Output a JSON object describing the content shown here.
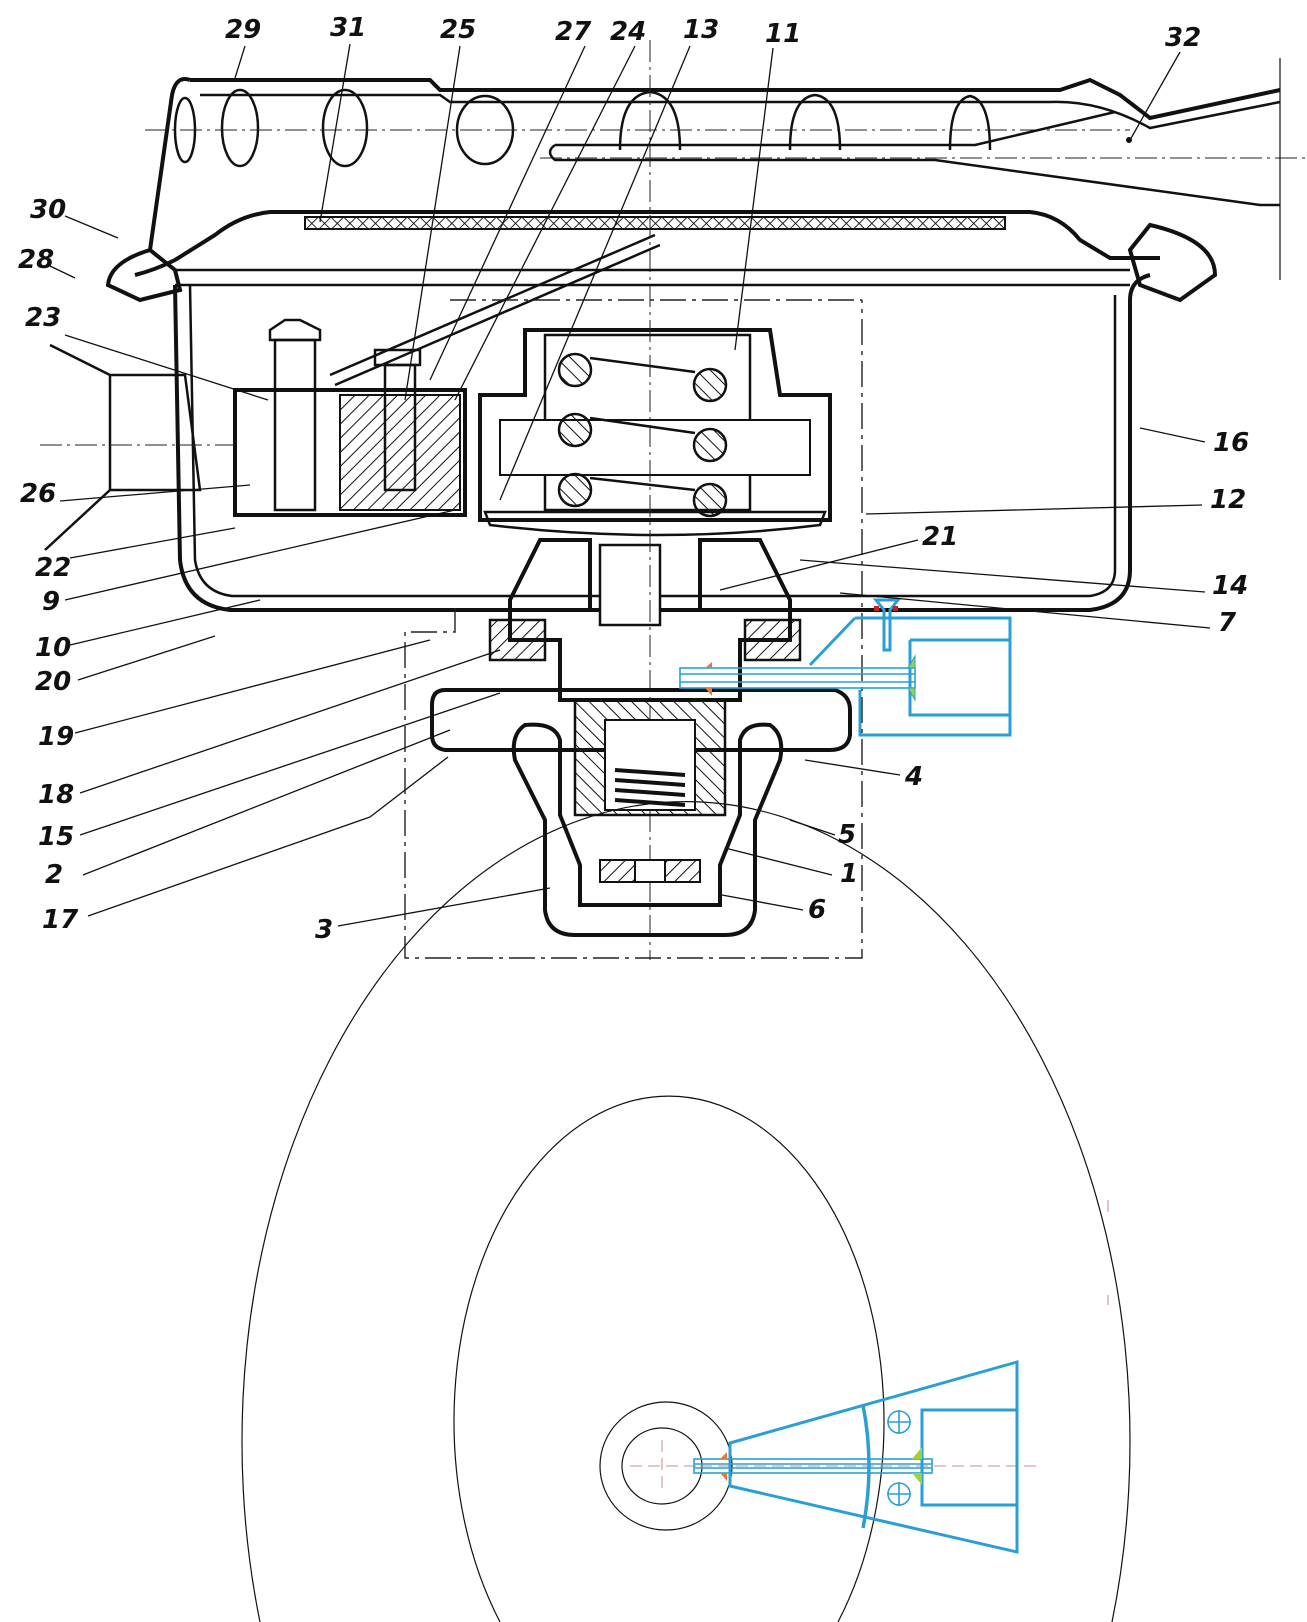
{
  "title": "Gas burner control valve assembly — cross-section and plan view",
  "colors": {
    "ink": "#111111",
    "modification_outline": "#2a9fd6",
    "weld_orange": "#e07b39",
    "weld_green": "#9bd33a",
    "seal_red": "#d11a1a",
    "centerline_pink": "#c98a8a"
  },
  "callouts": [
    {
      "id": "c29",
      "label": "29"
    },
    {
      "id": "c31",
      "label": "31"
    },
    {
      "id": "c25",
      "label": "25"
    },
    {
      "id": "c27",
      "label": "27"
    },
    {
      "id": "c24",
      "label": "24"
    },
    {
      "id": "c13",
      "label": "13"
    },
    {
      "id": "c11",
      "label": "11"
    },
    {
      "id": "c32",
      "label": "32"
    },
    {
      "id": "c30",
      "label": "30"
    },
    {
      "id": "c28",
      "label": "28"
    },
    {
      "id": "c23",
      "label": "23"
    },
    {
      "id": "c26",
      "label": "26"
    },
    {
      "id": "c22",
      "label": "22"
    },
    {
      "id": "c9",
      "label": "9"
    },
    {
      "id": "c10",
      "label": "10"
    },
    {
      "id": "c20",
      "label": "20"
    },
    {
      "id": "c19",
      "label": "19"
    },
    {
      "id": "c18",
      "label": "18"
    },
    {
      "id": "c15",
      "label": "15"
    },
    {
      "id": "c2",
      "label": "2"
    },
    {
      "id": "c17",
      "label": "17"
    },
    {
      "id": "c3",
      "label": "3"
    },
    {
      "id": "c16",
      "label": "16"
    },
    {
      "id": "c12",
      "label": "12"
    },
    {
      "id": "c21",
      "label": "21"
    },
    {
      "id": "c14",
      "label": "14"
    },
    {
      "id": "c7",
      "label": "7"
    },
    {
      "id": "c4",
      "label": "4"
    },
    {
      "id": "c5",
      "label": "5"
    },
    {
      "id": "c1",
      "label": "1"
    },
    {
      "id": "c6",
      "label": "6"
    }
  ],
  "views": {
    "section": "Longitudinal cross-section of burner housing with pressure regulator",
    "plan": "Plan view with added bracket (blue) and tube"
  }
}
